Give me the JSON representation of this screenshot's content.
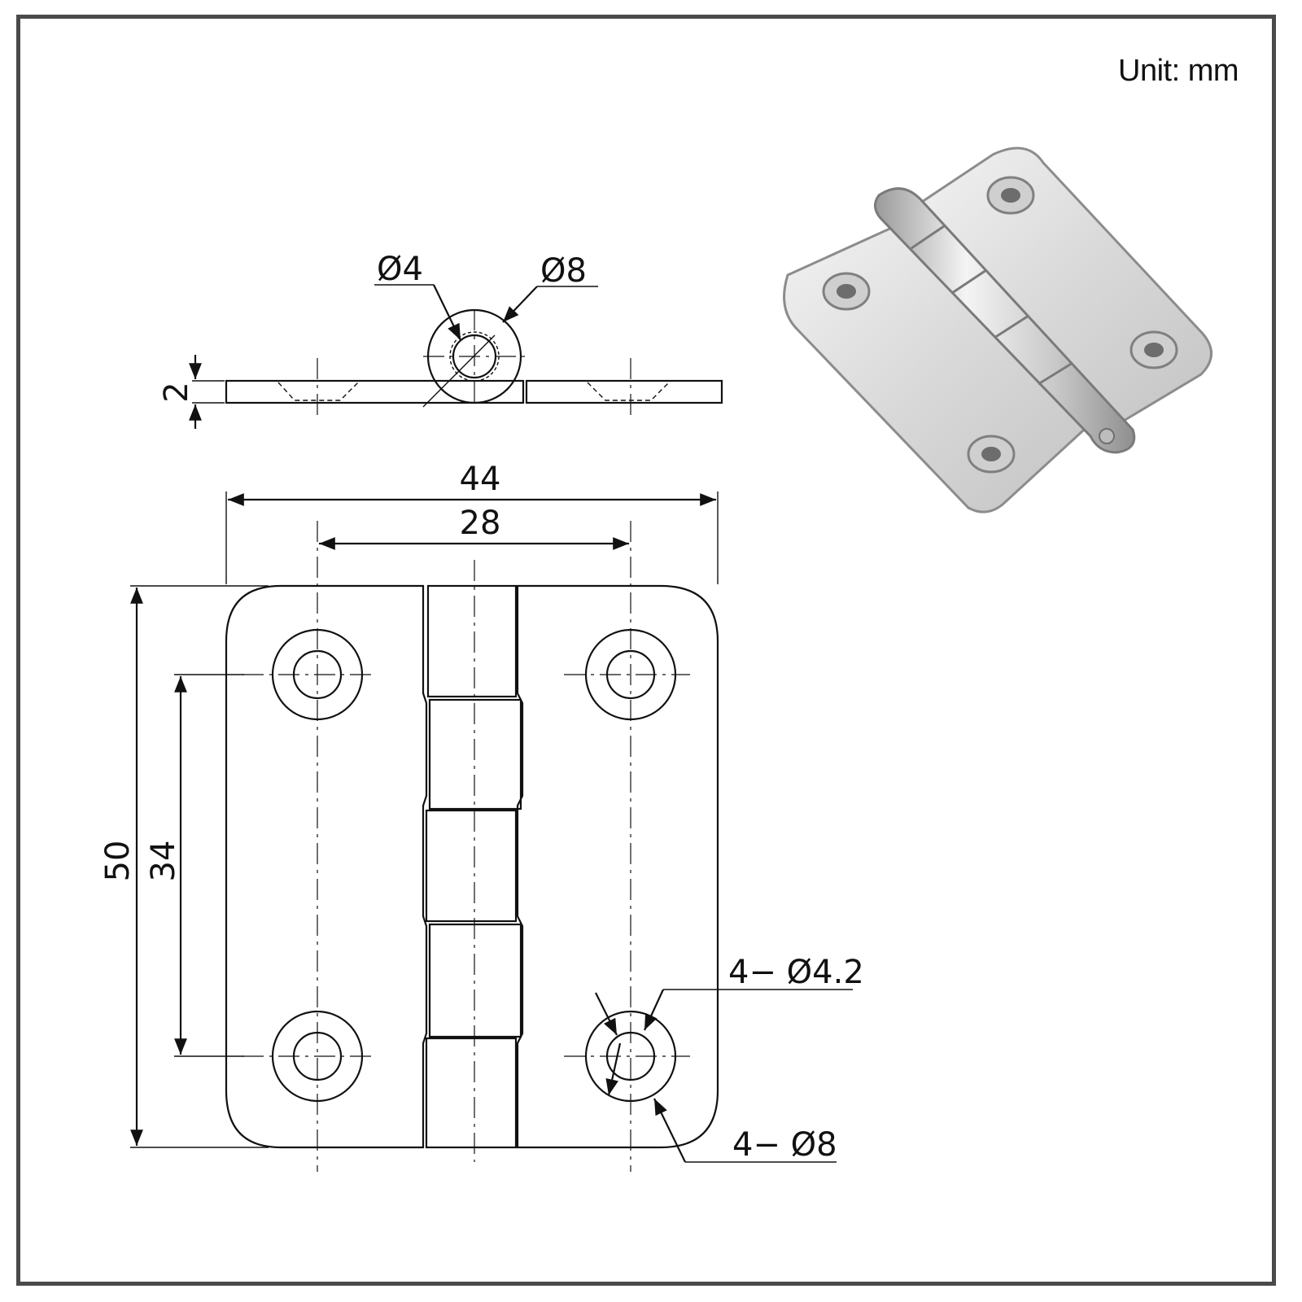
{
  "unit_label": "Unit: mm",
  "dimensions": {
    "pin_diameter": "Ø4",
    "knuckle_diameter": "Ø8",
    "thickness": "2",
    "overall_width": "44",
    "hole_spacing_width": "28",
    "overall_height": "50",
    "hole_spacing_height": "34",
    "hole_diameter": "4− Ø4.2",
    "countersink_diameter": "4− Ø8"
  },
  "colors": {
    "line": "#111111",
    "frame": "#4a4a4a",
    "metal_light": "#e6e6e6",
    "metal_dark": "#9a9a9a"
  }
}
